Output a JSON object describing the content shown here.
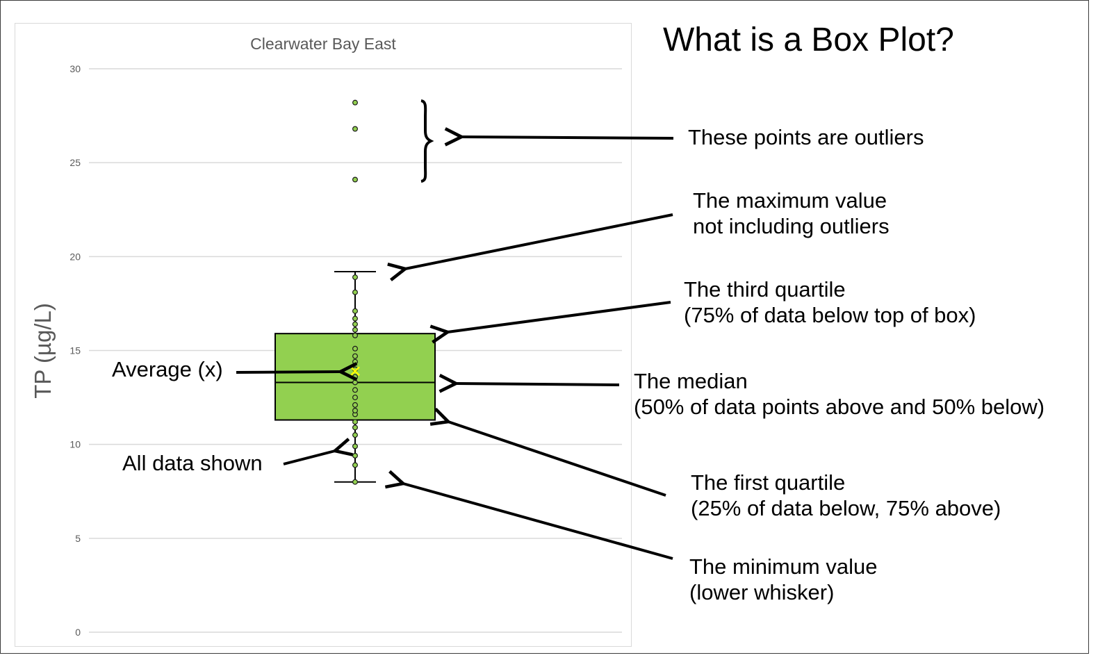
{
  "page": {
    "title": "What is a Box Plot?"
  },
  "chart_data": {
    "type": "box",
    "title": "Clearwater Bay East",
    "ylabel": "TP (µg/L)",
    "ylim": [
      0,
      30
    ],
    "yticks": [
      0,
      5,
      10,
      15,
      20,
      25,
      30
    ],
    "ytick_labels": [
      "0",
      "5",
      "10",
      "15",
      "20",
      "25",
      "30"
    ],
    "grid": true,
    "box": {
      "min": 8.0,
      "q1": 11.3,
      "median": 13.3,
      "q3": 15.9,
      "max": 19.2,
      "mean": 13.9
    },
    "points": [
      8.0,
      8.9,
      9.4,
      9.9,
      10.5,
      10.9,
      11.2,
      11.6,
      11.8,
      12.1,
      12.5,
      12.9,
      13.3,
      13.6,
      14.0,
      14.4,
      14.7,
      15.1,
      15.8,
      16.1,
      16.4,
      16.7,
      17.1,
      18.1,
      18.9
    ],
    "outliers": [
      24.1,
      26.8,
      28.2
    ],
    "colors": {
      "box_fill": "#92d050",
      "box_edge": "#000000",
      "point_fill": "#92d050",
      "mean_marker": "#ffff00",
      "grid": "#d9d9d9",
      "axis_text": "#595959"
    }
  },
  "annotations": {
    "outliers": "These points are outliers",
    "max_line1": "The maximum value",
    "max_line2": "not including outliers",
    "q3_line1": "The third quartile",
    "q3_line2": "(75% of data below top of box)",
    "median_line1": "The median",
    "median_line2": "(50% of data points above and 50% below)",
    "q1_line1": "The first quartile",
    "q1_line2": "(25% of data below, 75% above)",
    "min_line1": "The minimum value",
    "min_line2": "(lower whisker)",
    "average": "Average (x)",
    "all_data": "All data shown"
  }
}
